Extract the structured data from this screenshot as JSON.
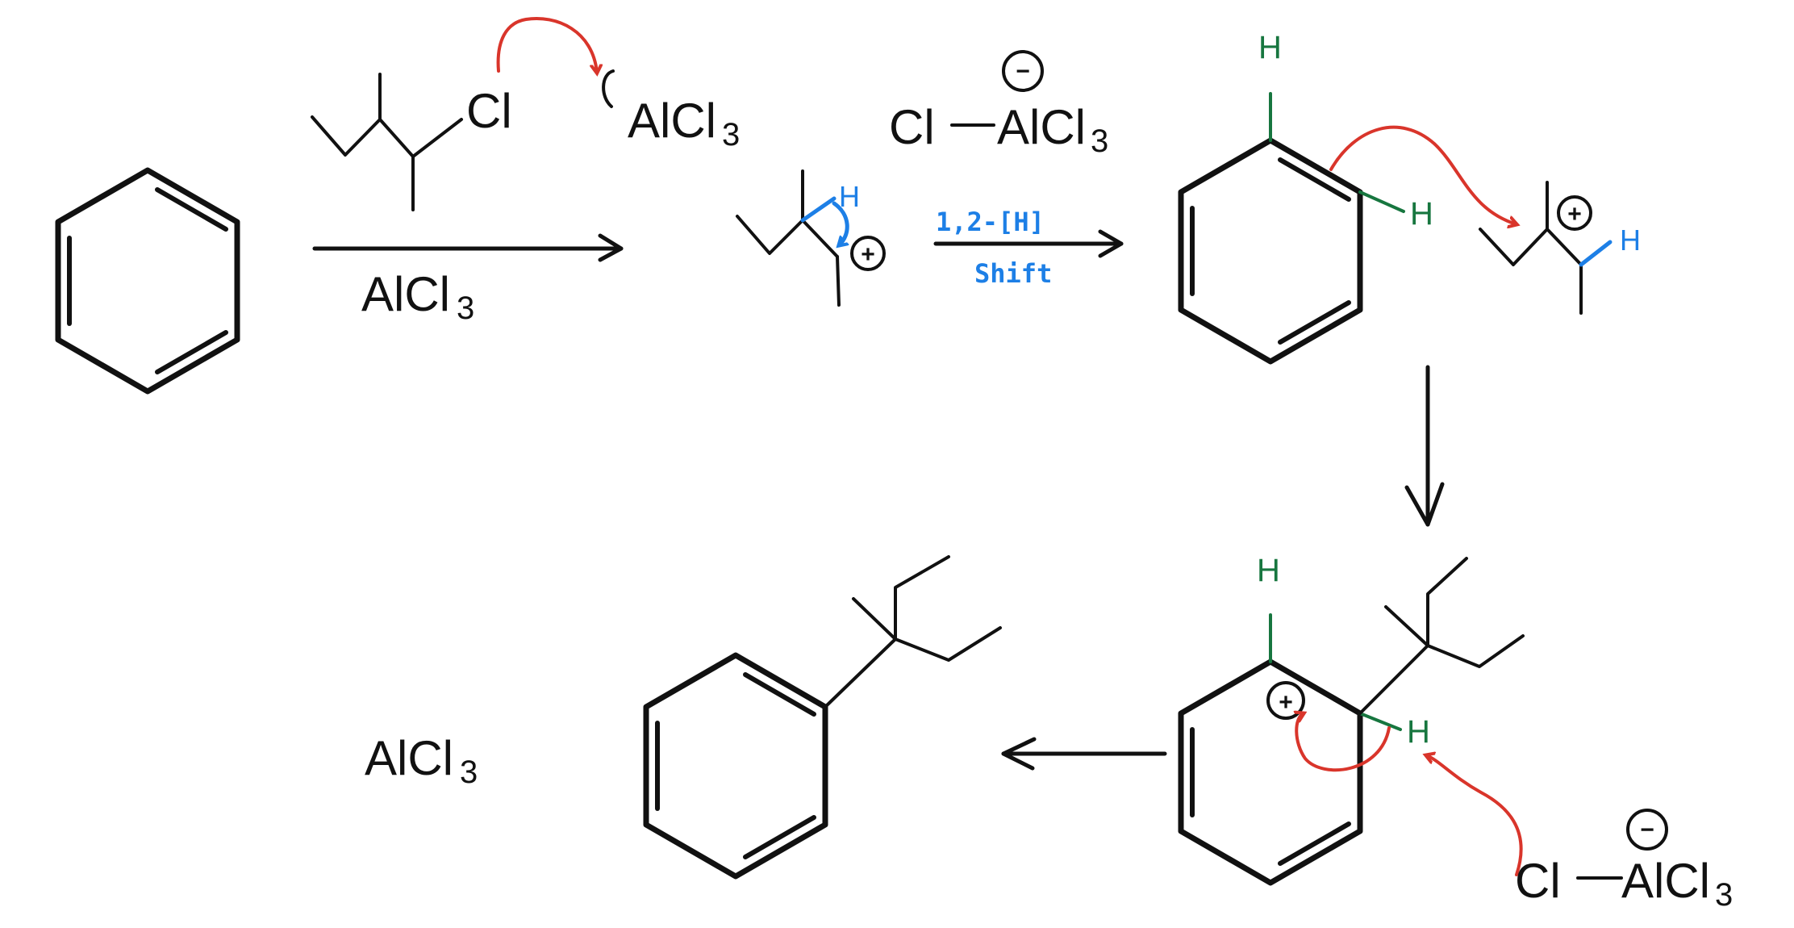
{
  "reagent": {
    "lewis_acid": "AlCl",
    "subscript": "3",
    "chloride": "Cl"
  },
  "step2": {
    "complex_cl": "Cl",
    "complex_al": "AlCl",
    "complex_sub": "3",
    "hydrogen": "H",
    "shift_line1": "1,2-[H]",
    "shift_line2": "Shift"
  },
  "step3": {
    "hydrogen": "H"
  },
  "step4": {
    "hydrogen": "H",
    "complex_cl": "Cl",
    "complex_al": "AlCl",
    "complex_sub": "3"
  },
  "product": {
    "regenerated": "AlCl",
    "regenerated_sub": "3"
  },
  "symbols": {
    "plus": "+",
    "minus": "−"
  },
  "colors": {
    "ink": "#111111",
    "electron_arrow": "#d9352b",
    "hydride_shift": "#1d7fe6",
    "hydrogen_label": "#17763f"
  }
}
